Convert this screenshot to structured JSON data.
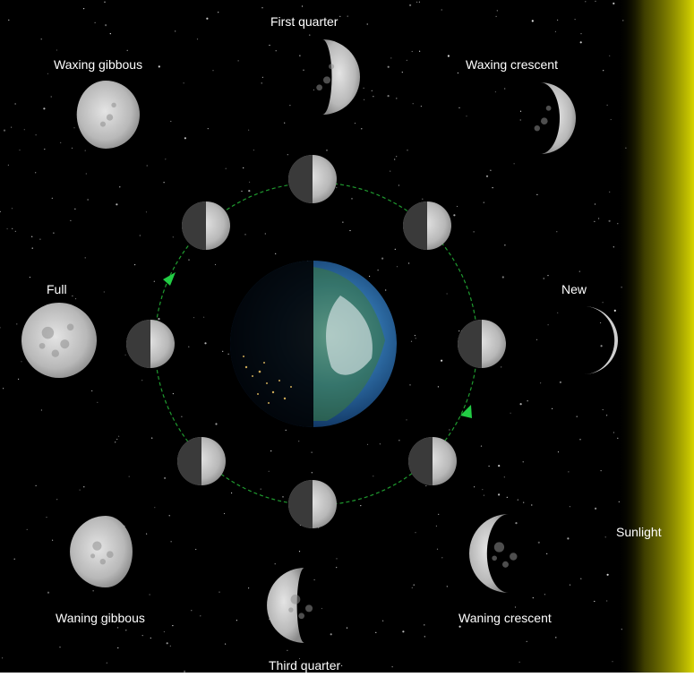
{
  "labels": {
    "first_quarter": "First quarter",
    "waxing_gibbous": "Waxing gibbous",
    "waxing_crescent": "Waxing crescent",
    "full": "Full",
    "new": "New",
    "waning_gibbous": "Waning gibbous",
    "waning_crescent": "Waning crescent",
    "third_quarter": "Third quarter",
    "sunlight": "Sunlight"
  },
  "colors": {
    "space": "#000000",
    "sunlight": "#c8c800",
    "orbit": "#1f9a2f",
    "arrow": "#22cc44",
    "moon_lit": "#cdcdcd",
    "moon_dark": "#3a3a3a"
  }
}
